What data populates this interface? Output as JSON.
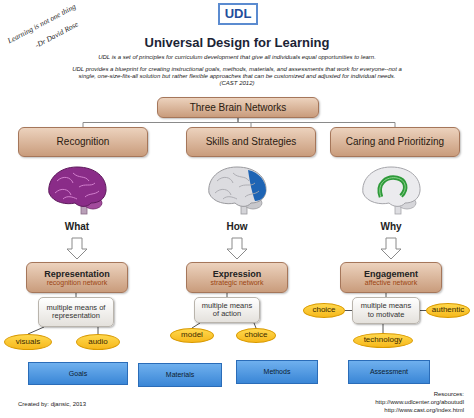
{
  "diagram": {
    "title": "Universal Design for Learning",
    "nodes": [
      {
        "text": [
          "UDL"
        ]
      },
      {
        "text": [
          "Three Brain Networks"
        ]
      },
      {
        "text": [
          "Recognition"
        ]
      },
      {
        "text": [
          "Skills and Strategies"
        ]
      },
      {
        "text": [
          "Caring and Prioritizing"
        ]
      },
      {
        "text": [
          "Representation",
          "recognition network"
        ]
      },
      {
        "text": [
          "Expression",
          "strategic network"
        ]
      },
      {
        "text": [
          "Engagement",
          "affective network"
        ]
      },
      {
        "text": [
          "multiple means of representation"
        ]
      },
      {
        "text": [
          "multiple means of action"
        ]
      },
      {
        "text": [
          "multiple means to motivate"
        ]
      },
      {
        "text": [
          "visuals"
        ]
      },
      {
        "text": [
          "audio"
        ]
      },
      {
        "text": [
          "model"
        ]
      },
      {
        "text": [
          "choice"
        ]
      },
      {
        "text": [
          "choice"
        ]
      },
      {
        "text": [
          "authentic"
        ]
      },
      {
        "text": [
          "technology"
        ]
      },
      {
        "text": [
          "Goals"
        ]
      },
      {
        "text": [
          "Materials"
        ]
      },
      {
        "text": [
          "Methods"
        ]
      },
      {
        "text": [
          "Assessment"
        ]
      }
    ],
    "edges": [
      {
        "from": 1,
        "to": 2,
        "arrow": "none"
      },
      {
        "from": 1,
        "to": 3,
        "arrow": "none"
      },
      {
        "from": 1,
        "to": 4,
        "arrow": "none"
      },
      {
        "from": 5,
        "to": 8,
        "arrow": "none"
      },
      {
        "from": 6,
        "to": 9,
        "arrow": "none"
      },
      {
        "from": 7,
        "to": 10,
        "arrow": "none"
      },
      {
        "from": 8,
        "to": 11,
        "arrow": "none"
      },
      {
        "from": 8,
        "to": 12,
        "arrow": "none"
      },
      {
        "from": 9,
        "to": 13,
        "arrow": "none"
      },
      {
        "from": 9,
        "to": 14,
        "arrow": "none"
      },
      {
        "from": 10,
        "to": 15,
        "arrow": "none"
      },
      {
        "from": 10,
        "to": 16,
        "arrow": "none"
      },
      {
        "from": 10,
        "to": 17,
        "arrow": "none"
      }
    ],
    "labels": [
      "Learning is not one thing",
      "-Dr David Rose",
      "UDL is a set of principles for curriculum development that give all individuals equal opportunities to learn.",
      "UDL provides a blueprint for creating instructional goals, methods, materials, and assessments that work for everyone--not a single, one-size-fits-all solution but rather flexible approaches that can be customized and adjusted for individual needs. (CAST 2012)",
      "What",
      "How",
      "Why",
      "Created by: djansic, 2013",
      "Resources:",
      "http://www.udlcenter.org/aboutudl",
      "http://www.cast.org/index.html"
    ]
  }
}
